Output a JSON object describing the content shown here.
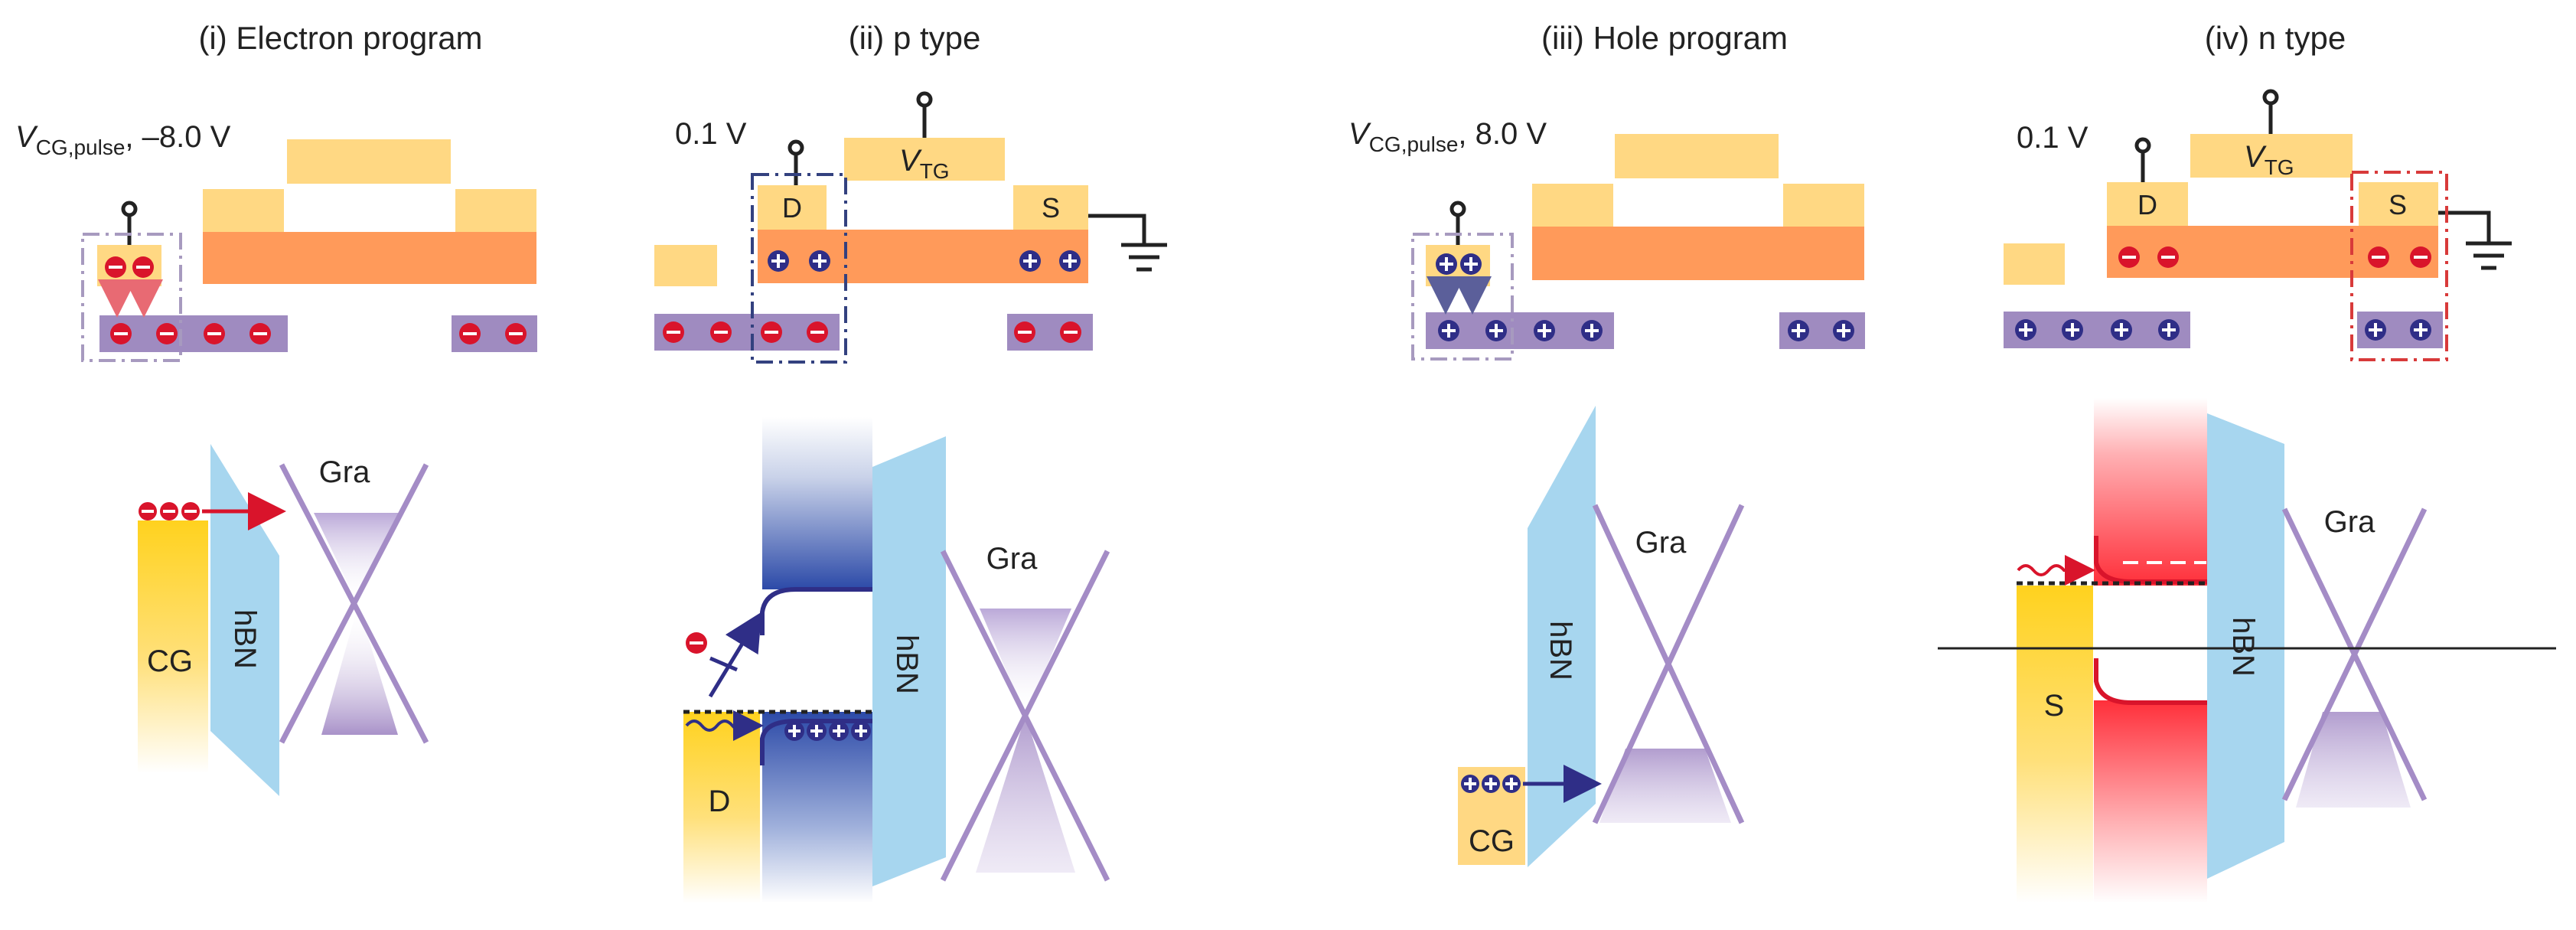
{
  "colors": {
    "gold_contact": "#ffd883",
    "channel": "#ff9a5a",
    "charge_layer": "#9f8bc0",
    "electron": "#d9142b",
    "hole": "#2f2e87",
    "hbn": "#a7d6ef",
    "graphene": "#a48cc6",
    "cg_gold": "#ffd21e",
    "dashed_gray": "#a79abf",
    "dashed_blue": "#33417f",
    "dashed_red": "#d83a3a"
  },
  "icons": [
    "minus-charge-icon",
    "plus-charge-icon",
    "ground-icon",
    "electrode-pin-icon",
    "wavy-arrow-icon",
    "blocked-arrow-icon"
  ],
  "panels": [
    {
      "title": "(i) Electron program",
      "voltage_main": "V",
      "voltage_sub": "CG,pulse",
      "voltage_value": "–8.0 V",
      "band_labels": {
        "gate": "CG",
        "barrier": "hBN",
        "channel": "Gra"
      }
    },
    {
      "title": "(ii) p type",
      "voltage_text": "0.1 V",
      "tg_main": "V",
      "tg_sub": "TG",
      "drain": "D",
      "source": "S",
      "band_labels": {
        "contact": "D",
        "barrier": "hBN",
        "channel": "Gra"
      }
    },
    {
      "title": "(iii) Hole program",
      "voltage_main": "V",
      "voltage_sub": "CG,pulse",
      "voltage_value": "8.0 V",
      "band_labels": {
        "gate": "CG",
        "barrier": "hBN",
        "channel": "Gra"
      }
    },
    {
      "title": "(iv) n type",
      "voltage_text": "0.1 V",
      "tg_main": "V",
      "tg_sub": "TG",
      "drain": "D",
      "source": "S",
      "band_labels": {
        "contact": "S",
        "barrier": "hBN",
        "channel": "Gra"
      }
    }
  ]
}
